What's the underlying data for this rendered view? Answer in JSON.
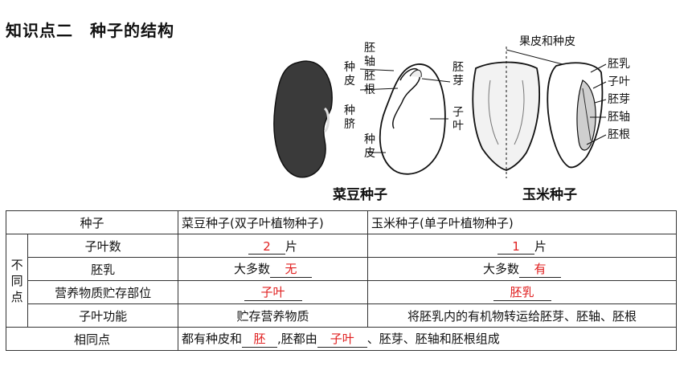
{
  "title": "知识点二　种子的结构",
  "figure": {
    "bean_caption": "菜豆种子",
    "corn_caption": "玉米种子",
    "bean_labels": {
      "seed_coat_left": "种皮",
      "hilum": "种脐",
      "embryo_axis": "胚轴",
      "radicle": "胚根",
      "plumule": "胚芽",
      "cotyledon": "子叶",
      "seed_coat_bottom": "种皮"
    },
    "corn_labels": {
      "pericarp": "果皮和种皮",
      "endosperm": "胚乳",
      "cotyledon": "子叶",
      "plumule": "胚芽",
      "embryo_axis": "胚轴",
      "radicle": "胚根"
    }
  },
  "table": {
    "header": {
      "c1": "种子",
      "c2": "菜豆种子(双子叶植物种子)",
      "c3": "玉米种子(单子叶植物种子)"
    },
    "diff_label": "不同点",
    "rows": [
      {
        "label": "子叶数",
        "bean_answer": "2",
        "bean_suffix": "片",
        "corn_answer": "1",
        "corn_suffix": "片"
      },
      {
        "label": "胚乳",
        "bean_prefix": "大多数",
        "bean_answer": "无",
        "corn_prefix": "大多数",
        "corn_answer": "有"
      },
      {
        "label": "营养物质贮存部位",
        "bean_answer": "子叶",
        "corn_answer": "胚乳"
      },
      {
        "label": "子叶功能",
        "bean_text": "贮存营养物质",
        "corn_text": "将胚乳内的有机物转运给胚芽、胚轴、胚根"
      }
    ],
    "same": {
      "label": "相同点",
      "part1": "都有种皮和",
      "answer1": "胚",
      "part2": ",胚都由",
      "answer2": "子叶",
      "part3": "、胚芽、胚轴和胚根组成"
    }
  },
  "colors": {
    "answer": "#e02020",
    "text": "#111111"
  }
}
